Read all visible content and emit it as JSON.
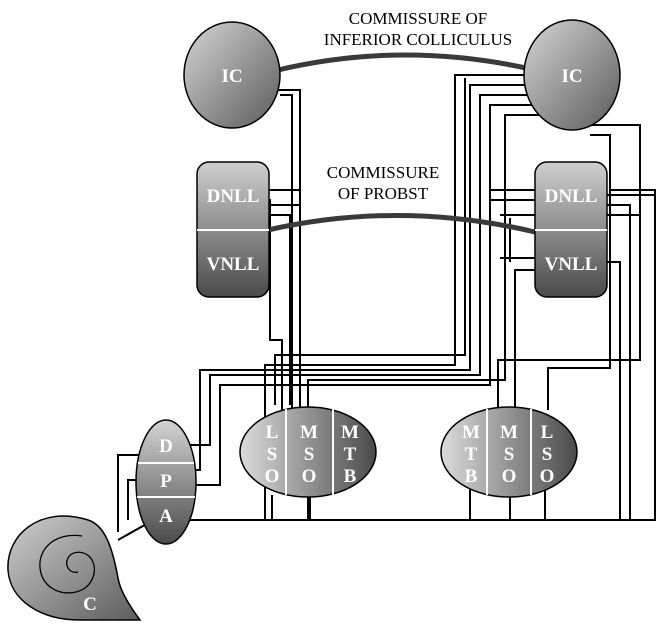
{
  "labels": {
    "ic_left": "IC",
    "ic_right": "IC",
    "dnll_left": "DNLL",
    "vnll_left": "VNLL",
    "dnll_right": "DNLL",
    "vnll_right": "VNLL",
    "commissure_ic_line1": "COMMISSURE OF",
    "commissure_ic_line2": "INFERIOR COLLICULUS",
    "commissure_probst_line1": "COMMISSURE",
    "commissure_probst_line2": "OF PROBST",
    "cn_d": "D",
    "cn_p": "P",
    "cn_a": "A",
    "cochlea": "C",
    "soc_left": {
      "lso": [
        "L",
        "S",
        "O"
      ],
      "mso": [
        "M",
        "S",
        "O"
      ],
      "mtb": [
        "M",
        "T",
        "B"
      ]
    },
    "soc_right": {
      "mtb": [
        "M",
        "T",
        "B"
      ],
      "mso": [
        "M",
        "S",
        "O"
      ],
      "lso": [
        "L",
        "S",
        "O"
      ]
    }
  },
  "colors": {
    "nucleus_light": "#d8d8d8",
    "nucleus_dark": "#4a4a4a",
    "wire": "#000000",
    "commissure": "#3a3a3a",
    "label_on_nucleus": "#ffffff"
  }
}
